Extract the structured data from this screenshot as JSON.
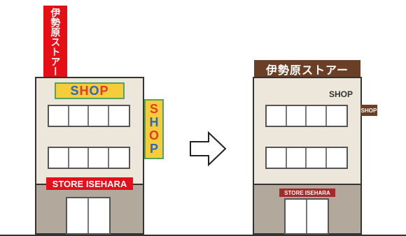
{
  "before": {
    "rooftop_sign_text": "伊勢原ストアー",
    "shop_sign_letters": [
      "S",
      "H",
      "O",
      "P"
    ],
    "shop_sign_colors": [
      "#2a67c8",
      "#e53a2b",
      "#2a67c8",
      "#e53a2b"
    ],
    "side_sign_letters": [
      "S",
      "H",
      "O",
      "P"
    ],
    "side_sign_colors": [
      "#e53a2b",
      "#2a67c8",
      "#e53a2b",
      "#2a67c8"
    ],
    "store_sign_text": "STORE ISEHARA"
  },
  "after": {
    "roof_sign_text": "伊勢原ストアー",
    "shop_text": "SHOP",
    "side_sign_text": "SHOP",
    "store_sign_text": "STORE ISEHARA"
  },
  "arrow_icon": "right-arrow-icon"
}
